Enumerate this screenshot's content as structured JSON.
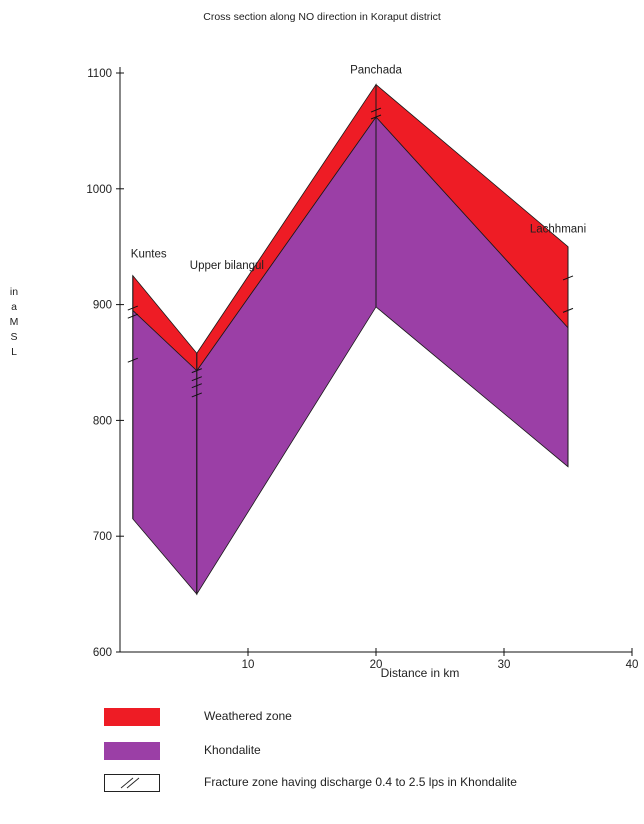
{
  "title": "Cross section along NO direction in Koraput district",
  "colors": {
    "weathered": "#ee1c25",
    "khondalite": "#9b3fa6",
    "outline": "#1a1a1a"
  },
  "chart_data": {
    "type": "area",
    "xlabel": "Distance in km",
    "ylabel": "in a M S L",
    "xlim": [
      0,
      40
    ],
    "ylim": [
      600,
      1100
    ],
    "x_ticks": [
      10,
      20,
      30,
      40
    ],
    "y_ticks": [
      600,
      700,
      800,
      900,
      1000,
      1100
    ],
    "locations": [
      {
        "name": "Kuntes",
        "x": 1.0,
        "top": 925,
        "weathered_base": 895,
        "bedrock_base": 715,
        "fracture_elev": [
          897,
          890,
          852
        ]
      },
      {
        "name": "Upper bilangul",
        "x": 6.0,
        "top": 858,
        "weathered_base": 843,
        "bedrock_base": 650,
        "fracture_elev": [
          843,
          836,
          830,
          822
        ]
      },
      {
        "name": "Panchada",
        "x": 20.0,
        "top": 1090,
        "weathered_base": 1062,
        "bedrock_base": 898,
        "fracture_elev": [
          1068,
          1062
        ]
      },
      {
        "name": "Lachhmani",
        "x": 35.0,
        "top": 950,
        "weathered_base": 880,
        "bedrock_base": 760,
        "fracture_elev": [
          923,
          895
        ]
      }
    ],
    "series": [
      {
        "name": "Weathered zone",
        "color": "#ee1c25"
      },
      {
        "name": "Khondalite",
        "color": "#9b3fa6"
      }
    ]
  },
  "legend": [
    {
      "label": "Weathered zone",
      "swatch": "fill",
      "color": "#ee1c25"
    },
    {
      "label": "Khondalite",
      "swatch": "fill",
      "color": "#9b3fa6"
    },
    {
      "label": "Fracture zone having discharge 0.4 to 2.5 lps in Khondalite",
      "swatch": "fracture"
    }
  ]
}
